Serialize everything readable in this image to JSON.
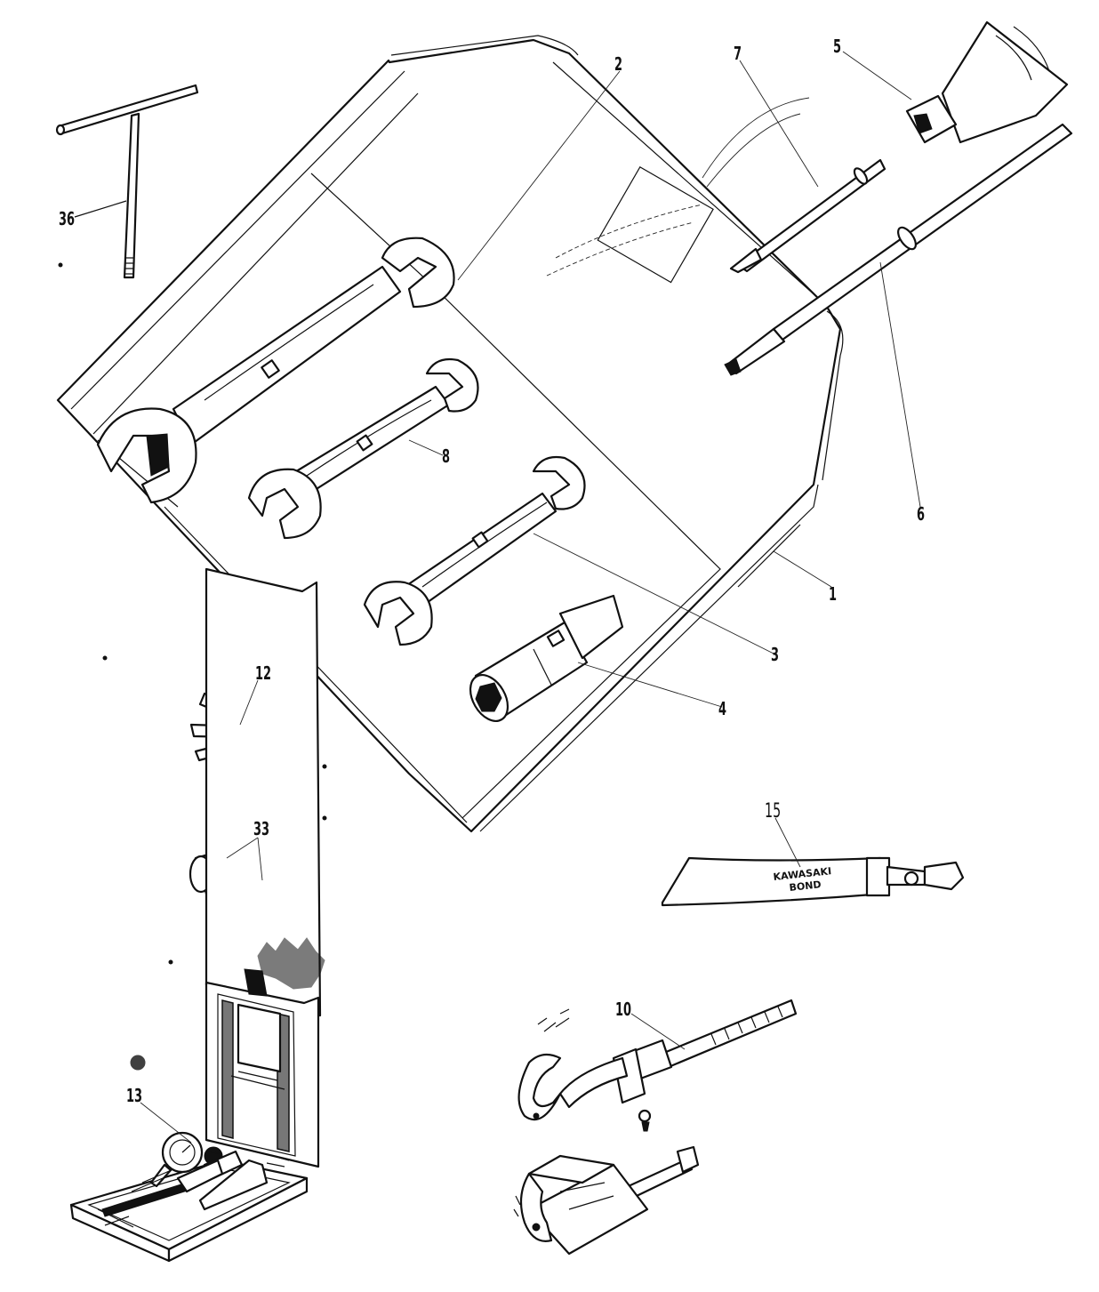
{
  "diagram": {
    "labels": {
      "l1": "1",
      "l2": "2",
      "l3": "3",
      "l4": "4",
      "l5": "5",
      "l6": "6",
      "l7": "7",
      "l8": "8",
      "l10": "10",
      "l12": "12",
      "l13": "13",
      "l15": "15",
      "l33": "33",
      "l36": "36"
    },
    "tube_text": {
      "line1": "KAWASAKI",
      "line2": "BOND"
    }
  }
}
